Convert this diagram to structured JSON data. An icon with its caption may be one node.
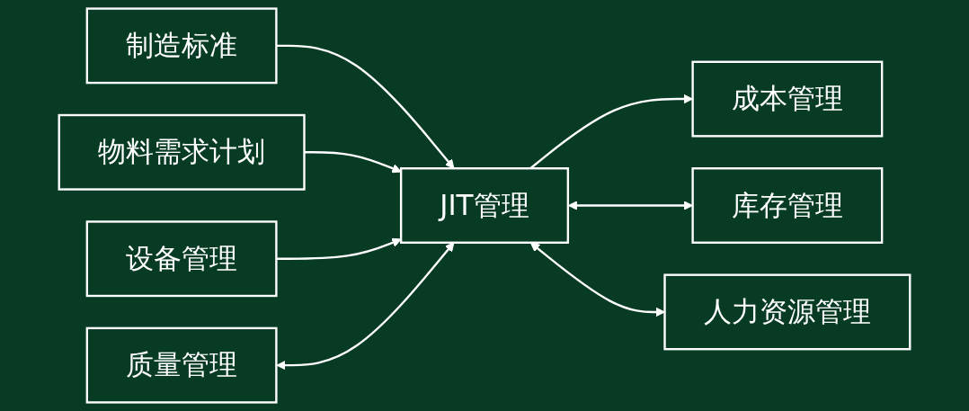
{
  "diagram": {
    "nodes": [
      {
        "text": [
          "制造标准"
        ]
      },
      {
        "text": [
          "物料需求计划"
        ]
      },
      {
        "text": [
          "设备管理"
        ]
      },
      {
        "text": [
          "质量管理"
        ]
      },
      {
        "text": [
          "JIT管理"
        ]
      },
      {
        "text": [
          "成本管理"
        ]
      },
      {
        "text": [
          "库存管理"
        ]
      },
      {
        "text": [
          "人力资源管理"
        ]
      }
    ],
    "edges": [
      {
        "from": 0,
        "to": 4,
        "arrow": "to"
      },
      {
        "from": 1,
        "to": 4,
        "arrow": "to"
      },
      {
        "from": 2,
        "to": 4,
        "arrow": "to"
      },
      {
        "from": 3,
        "to": 4,
        "arrow": "both"
      },
      {
        "from": 4,
        "to": 5,
        "arrow": "to"
      },
      {
        "from": 4,
        "to": 6,
        "arrow": "both"
      },
      {
        "from": 4,
        "to": 7,
        "arrow": "both"
      }
    ]
  }
}
